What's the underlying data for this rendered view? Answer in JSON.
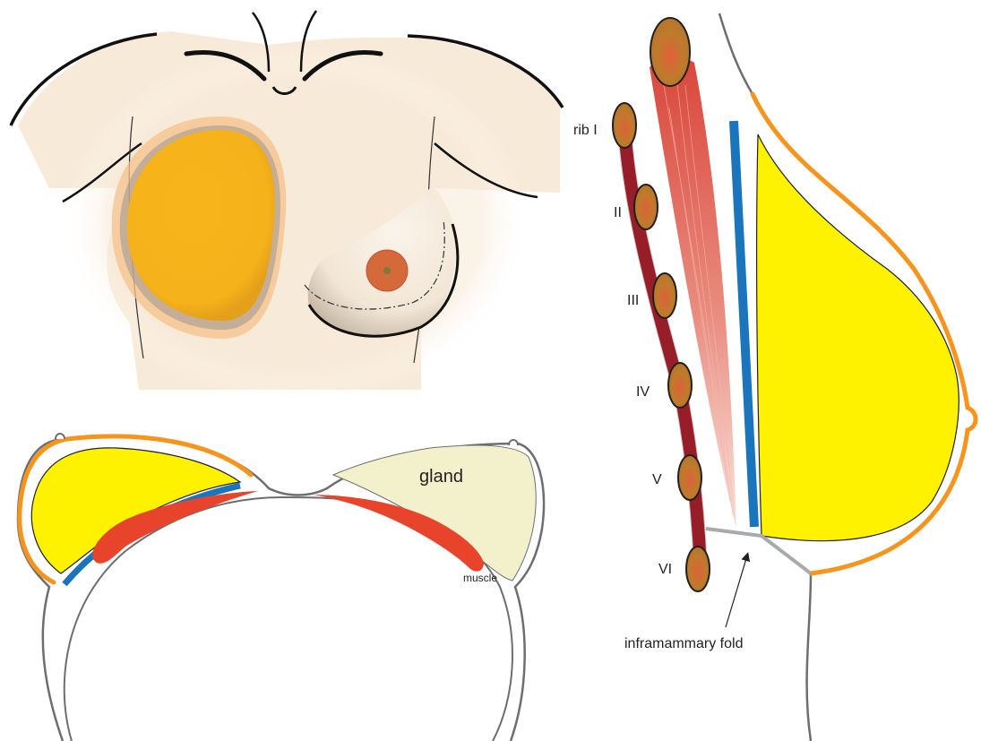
{
  "labels": {
    "gland": "gland",
    "muscle": "muscle",
    "inframammary_fold": "inframammary fold",
    "ribs": [
      "rib I",
      "II",
      "III",
      "IV",
      "V",
      "VI"
    ]
  },
  "colors": {
    "skin": "#f8ead8",
    "implant": "#f5b21a",
    "areola": "#d4693a",
    "gland_yellow": "#fff200",
    "gland_pale": "#f3f1cc",
    "skin_line": "#f7941d",
    "implant_pocket": "#1b75bc",
    "muscle_red": "#e8442c",
    "rib_red": "#be1e2d",
    "rib_head": "#b5762b",
    "outline": "#6d6e71"
  },
  "icons": [
    "arrow-icon"
  ]
}
